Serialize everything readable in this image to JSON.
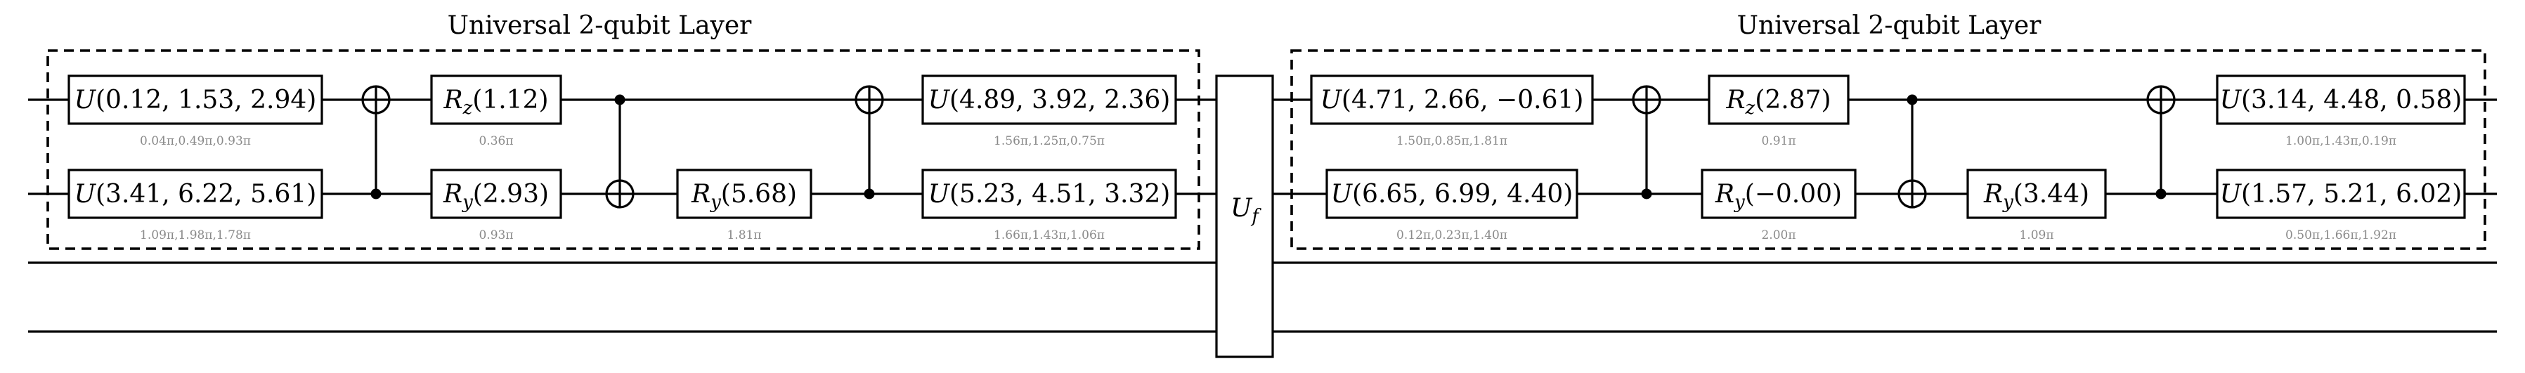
{
  "layers": [
    {
      "title": "Universal 2-qubit Layer",
      "gates": [
        {
          "fn": "U",
          "sub": "",
          "args": "(0.12, 1.53, 2.94)",
          "note": "0.04π,0.49π,0.93π"
        },
        {
          "fn": "U",
          "sub": "",
          "args": "(3.41, 6.22, 5.61)",
          "note": "1.09π,1.98π,1.78π"
        },
        {
          "fn": "R",
          "sub": "z",
          "args": "(1.12)",
          "note": "0.36π"
        },
        {
          "fn": "R",
          "sub": "y",
          "args": "(2.93)",
          "note": "0.93π"
        },
        {
          "fn": "R",
          "sub": "y",
          "args": "(5.68)",
          "note": "1.81π"
        },
        {
          "fn": "U",
          "sub": "",
          "args": "(4.89, 3.92, 2.36)",
          "note": "1.56π,1.25π,0.75π"
        },
        {
          "fn": "U",
          "sub": "",
          "args": "(5.23, 4.51, 3.32)",
          "note": "1.66π,1.43π,1.06π"
        }
      ]
    },
    {
      "title": "Universal 2-qubit Layer",
      "gates": [
        {
          "fn": "U",
          "sub": "",
          "args": "(4.71, 2.66, −0.61)",
          "note": "1.50π,0.85π,1.81π"
        },
        {
          "fn": "U",
          "sub": "",
          "args": "(6.65, 6.99, 4.40)",
          "note": "0.12π,0.23π,1.40π"
        },
        {
          "fn": "R",
          "sub": "z",
          "args": "(2.87)",
          "note": "0.91π"
        },
        {
          "fn": "R",
          "sub": "y",
          "args": "(−0.00)",
          "note": "2.00π"
        },
        {
          "fn": "R",
          "sub": "y",
          "args": "(3.44)",
          "note": "1.09π"
        },
        {
          "fn": "U",
          "sub": "",
          "args": "(3.14, 4.48, 0.58)",
          "note": "1.00π,1.43π,0.19π"
        },
        {
          "fn": "U",
          "sub": "",
          "args": "(1.57, 5.21, 6.02)",
          "note": "0.50π,1.66π,1.92π"
        }
      ]
    }
  ],
  "oracle": {
    "fn": "U",
    "sub": "f"
  }
}
